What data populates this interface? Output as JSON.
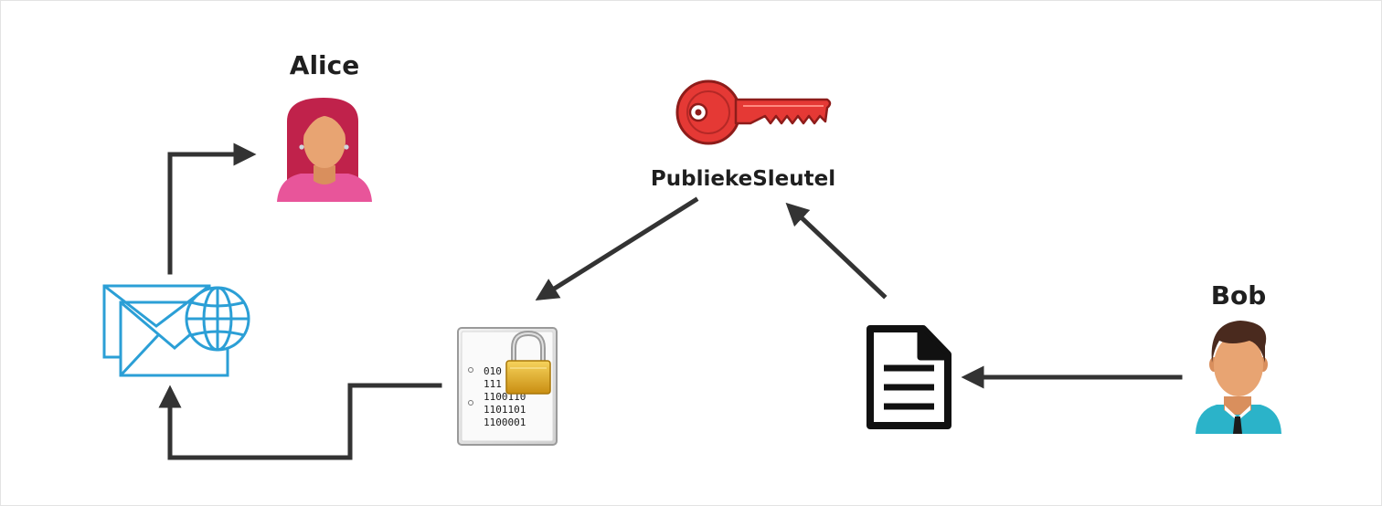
{
  "alice": {
    "name": "Alice"
  },
  "bob": {
    "name": "Bob"
  },
  "public_key": {
    "label": "PubliekeSleutel"
  },
  "encrypted_file": {
    "binary_lines": [
      "010",
      "111",
      "1100110",
      "1101101",
      "1100001"
    ]
  },
  "colors": {
    "arrow": "#333333",
    "key": "#e53935",
    "envelope": "#2b9fd6",
    "alice_hair": "#c0224b",
    "alice_shirt": "#e8559a",
    "bob_shirt": "#2bb3c9",
    "skin": "#e8a472",
    "lock": "#e9b52b"
  },
  "icons": [
    "female-user-icon",
    "key-icon",
    "envelope-globe-icon",
    "encrypted-file-lock-icon",
    "document-icon",
    "male-user-icon"
  ]
}
